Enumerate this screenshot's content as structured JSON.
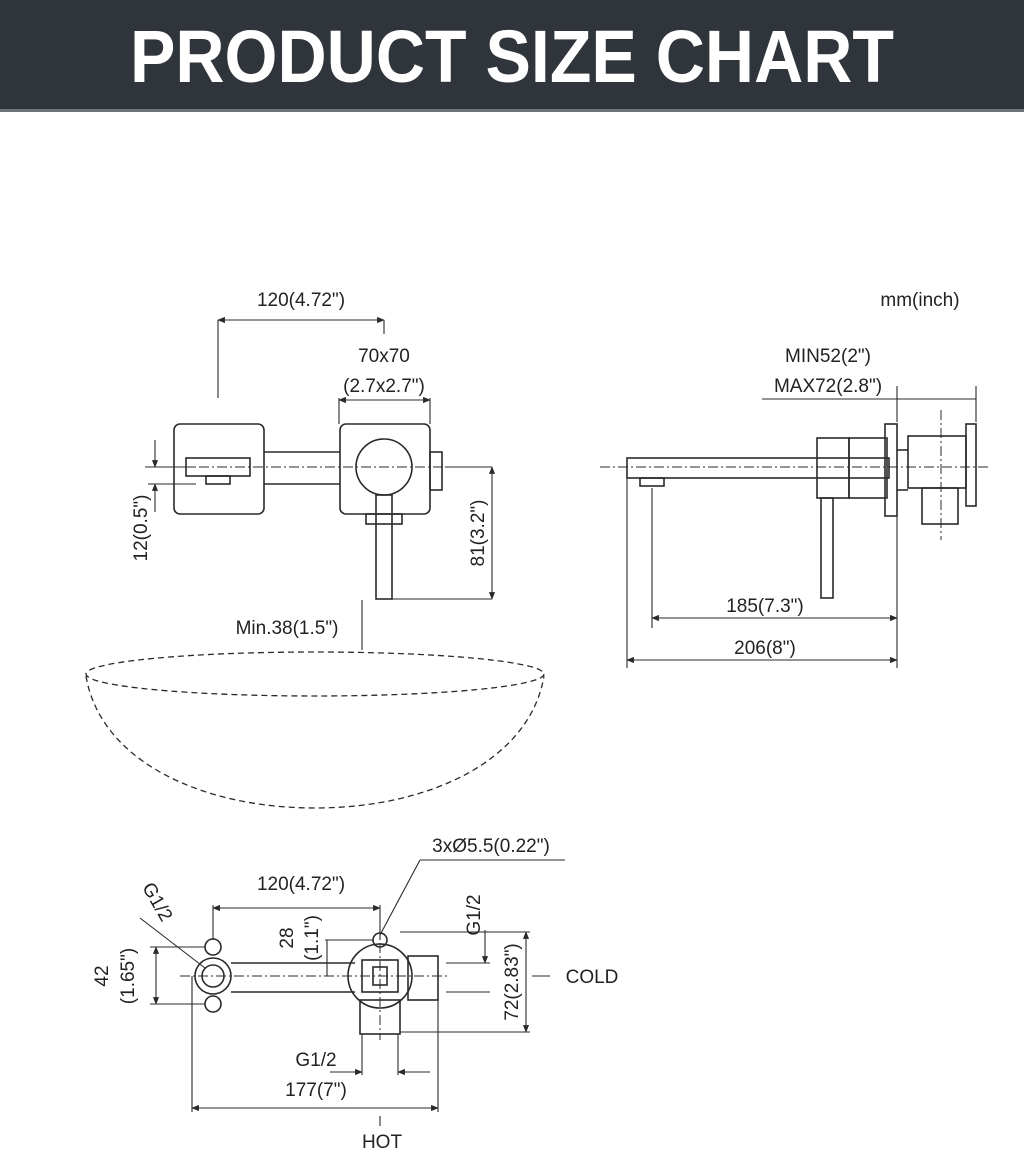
{
  "header": {
    "title": "PRODUCT SIZE CHART"
  },
  "units": "mm(inch)",
  "front_view": {
    "handle_spacing": "120(4.72\")",
    "plate_size_line1": "70x70",
    "plate_size_line2": "(2.7x2.7\")",
    "spout_offset": "12(0.5\")",
    "handle_height": "81(3.2\")",
    "basin_clearance": "Min.38(1.5\")"
  },
  "side_view": {
    "min_depth": "MIN52(2\")",
    "max_depth": "MAX72(2.8\")",
    "spout_reach": "185(7.3\")",
    "total_length": "206(8\")"
  },
  "valve_view": {
    "inlet_left": "G1/2",
    "mount_holes": "3xØ5.5(0.22\")",
    "port_spacing": "120(4.72\")",
    "hole_offset_line1": "28",
    "hole_offset_line2": "(1.1\")",
    "inlet_right": "G1/2",
    "left_height_line1": "42",
    "left_height_line2": "(1.65\")",
    "right_height": "72(2.83\")",
    "cold_label": "COLD",
    "bottom_inlet": "G1/2",
    "overall_width": "177(7\")",
    "hot_label": "HOT"
  }
}
